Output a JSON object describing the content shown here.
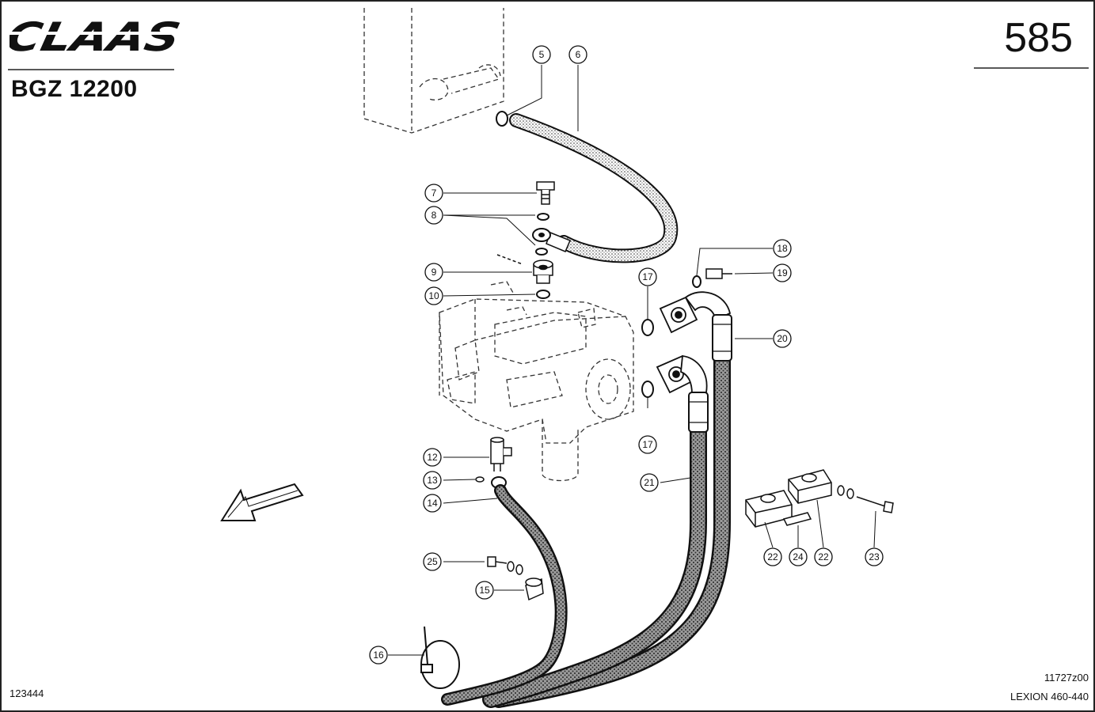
{
  "header": {
    "brand": "CLAAS",
    "doc_code": "BGZ 12200",
    "page_number": "585"
  },
  "footer": {
    "image_id": "123444",
    "drawing_number": "11727z00",
    "model": "LEXION 460-440"
  },
  "callouts": [
    {
      "num": "5"
    },
    {
      "num": "6"
    },
    {
      "num": "7"
    },
    {
      "num": "8"
    },
    {
      "num": "9"
    },
    {
      "num": "10"
    },
    {
      "num": "17"
    },
    {
      "num": "18"
    },
    {
      "num": "19"
    },
    {
      "num": "20"
    },
    {
      "num": "17"
    },
    {
      "num": "12"
    },
    {
      "num": "13"
    },
    {
      "num": "14"
    },
    {
      "num": "21"
    },
    {
      "num": "22"
    },
    {
      "num": "24"
    },
    {
      "num": "22"
    },
    {
      "num": "23"
    },
    {
      "num": "25"
    },
    {
      "num": "15"
    },
    {
      "num": "16"
    }
  ]
}
